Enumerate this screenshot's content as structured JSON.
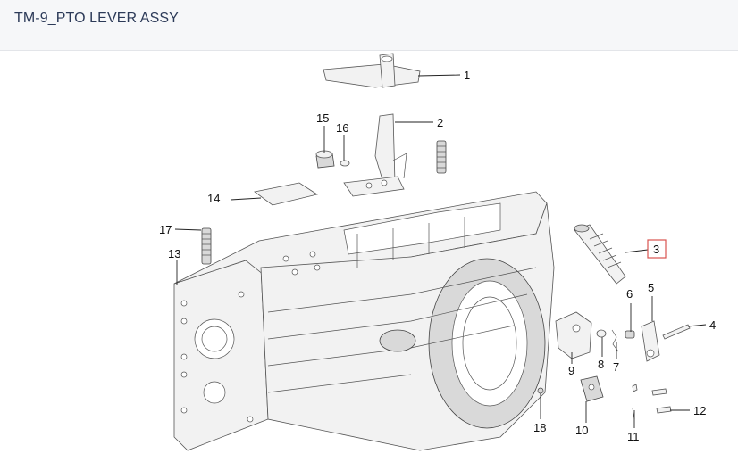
{
  "header": {
    "title": "TM-9_PTO LEVER ASSY"
  },
  "callouts": [
    {
      "id": "1",
      "label": "1"
    },
    {
      "id": "2",
      "label": "2"
    },
    {
      "id": "3",
      "label": "3",
      "highlighted": true
    },
    {
      "id": "4",
      "label": "4"
    },
    {
      "id": "5",
      "label": "5"
    },
    {
      "id": "6",
      "label": "6"
    },
    {
      "id": "7",
      "label": "7"
    },
    {
      "id": "8",
      "label": "8"
    },
    {
      "id": "9",
      "label": "9"
    },
    {
      "id": "10",
      "label": "10"
    },
    {
      "id": "11",
      "label": "11"
    },
    {
      "id": "12",
      "label": "12"
    },
    {
      "id": "13",
      "label": "13"
    },
    {
      "id": "14",
      "label": "14"
    },
    {
      "id": "15",
      "label": "15"
    },
    {
      "id": "16",
      "label": "16"
    },
    {
      "id": "17",
      "label": "17"
    },
    {
      "id": "18",
      "label": "18"
    }
  ],
  "colors": {
    "title": "#2c3a58",
    "header_bg": "#f6f7f9",
    "highlight_border": "#d9534f"
  }
}
